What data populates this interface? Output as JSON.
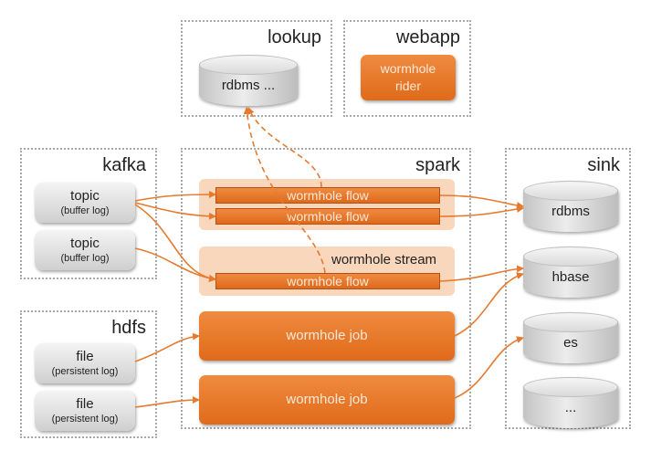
{
  "groups": {
    "lookup": "lookup",
    "webapp": "webapp",
    "kafka": "kafka",
    "spark": "spark",
    "sink": "sink",
    "hdfs": "hdfs"
  },
  "lookup": {
    "db": "rdbms ..."
  },
  "webapp": {
    "rider_line1": "wormhole",
    "rider_line2": "rider"
  },
  "kafka": {
    "topics": [
      {
        "main": "topic",
        "sub": "(buffer log)"
      },
      {
        "main": "topic",
        "sub": "(buffer log)"
      }
    ]
  },
  "hdfs": {
    "files": [
      {
        "main": "file",
        "sub": "(persistent log)"
      },
      {
        "main": "file",
        "sub": "(persistent log)"
      }
    ]
  },
  "spark": {
    "flow_1": "wormhole flow",
    "flow_2": "wormhole flow",
    "stream_label": "wormhole stream",
    "flow_3": "wormhole flow",
    "job_1": "wormhole job",
    "job_2": "wormhole job"
  },
  "sink": {
    "items": [
      "rdbms",
      "hbase",
      "es",
      "..."
    ]
  },
  "colors": {
    "accent_orange": "#e06a1b",
    "pale_orange": "#f9d7bd",
    "arrow": "#e67a2e",
    "group_border": "#a8a8a8"
  }
}
